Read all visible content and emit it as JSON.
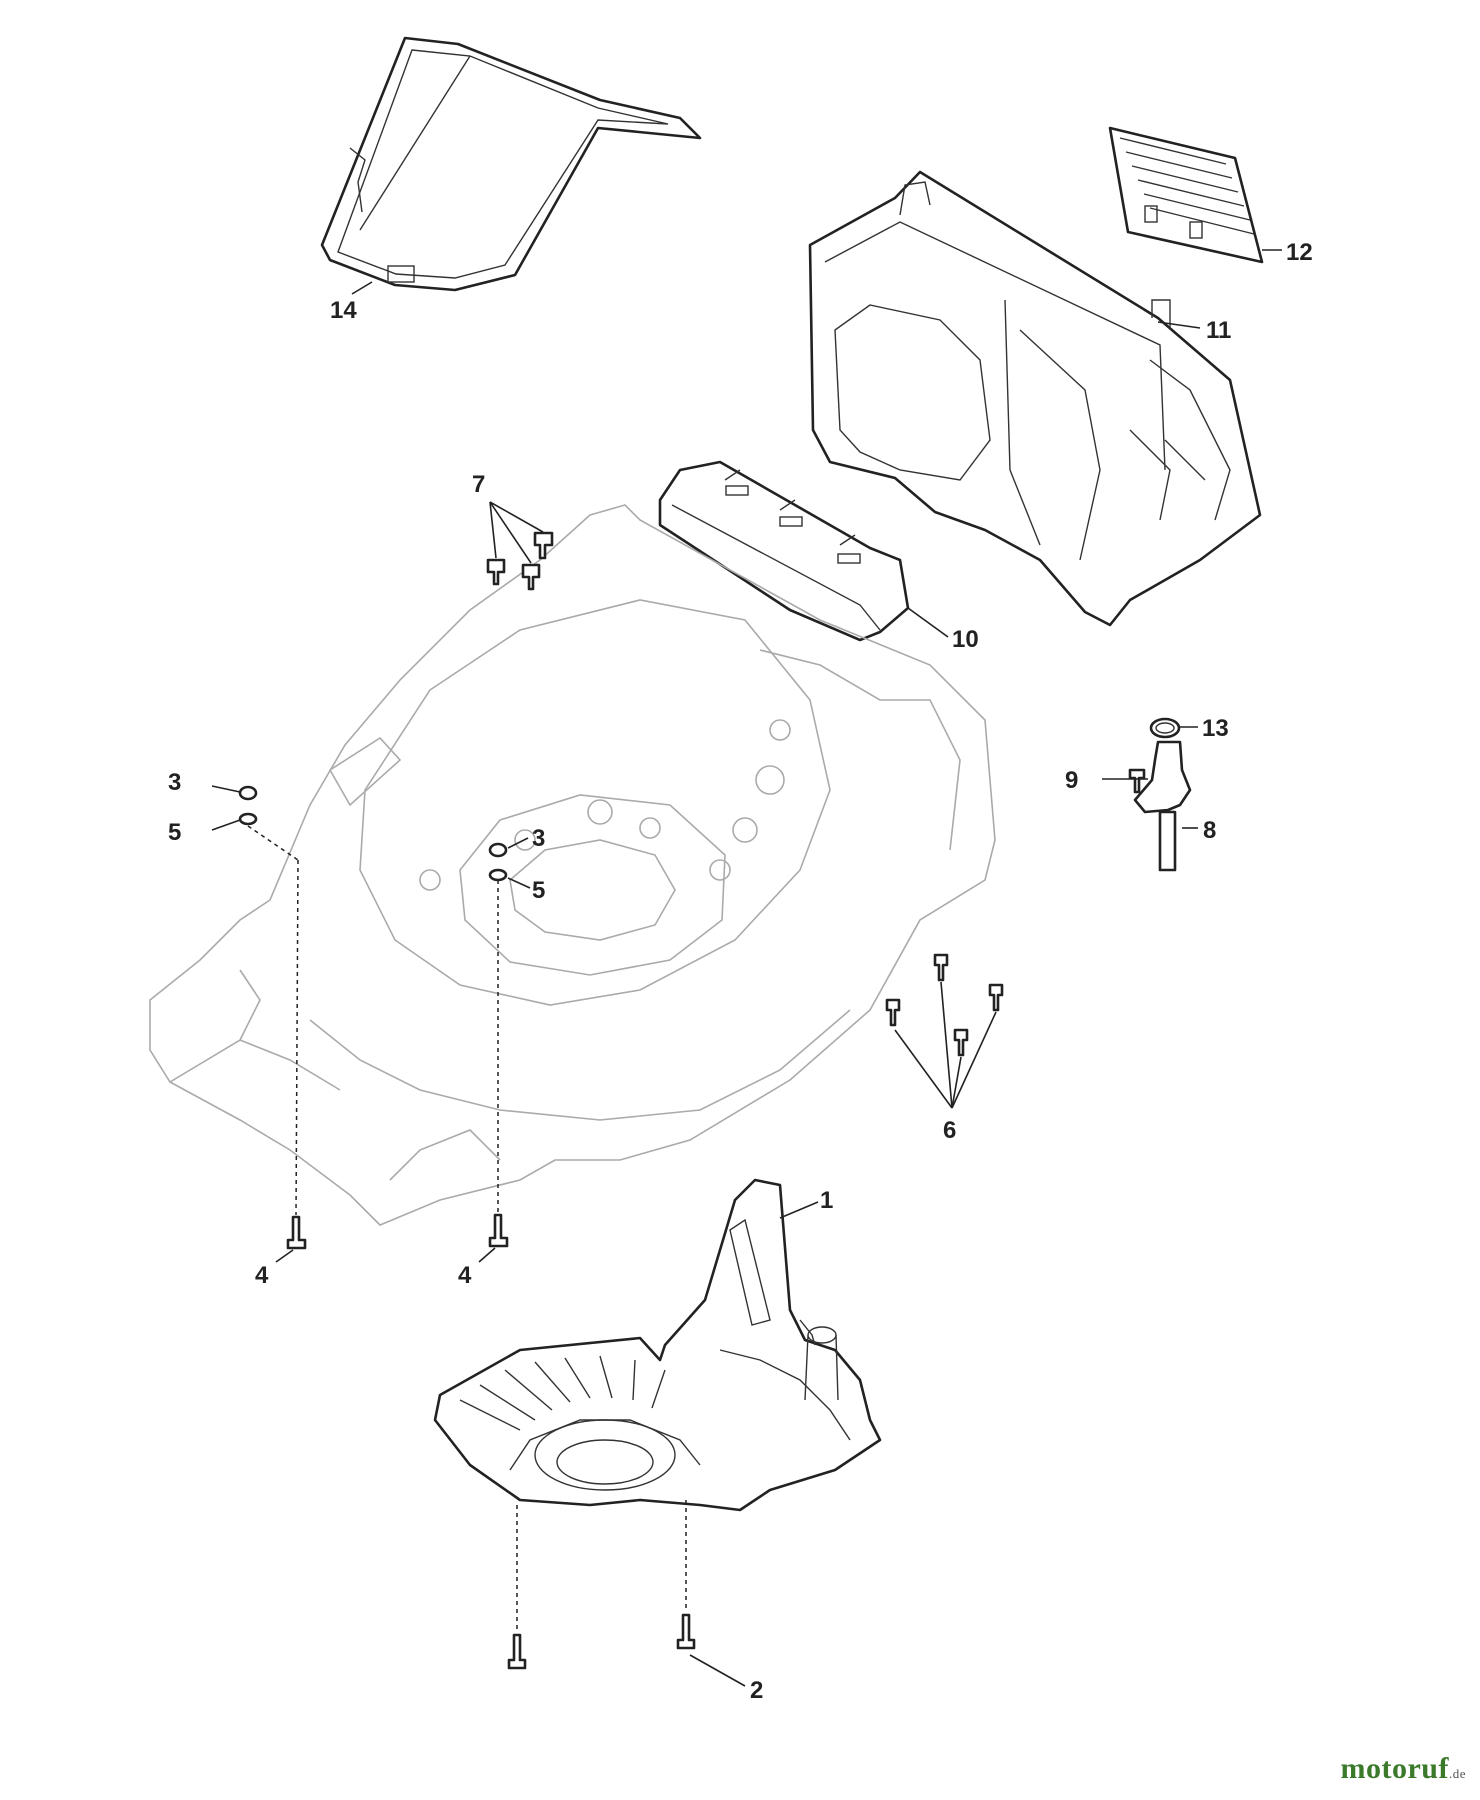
{
  "diagram": {
    "callouts": {
      "c1": "1",
      "c2": "2",
      "c3a": "3",
      "c3b": "3",
      "c4a": "4",
      "c4b": "4",
      "c5a": "5",
      "c5b": "5",
      "c6": "6",
      "c7": "7",
      "c8": "8",
      "c9": "9",
      "c10": "10",
      "c11": "11",
      "c12": "12",
      "c13": "13",
      "c14": "14"
    }
  },
  "watermark": {
    "brand": "motoruf",
    "suffix": ".de"
  },
  "colors": {
    "line": "#555555",
    "ink": "#222222",
    "brand": "#3a7a2a"
  }
}
